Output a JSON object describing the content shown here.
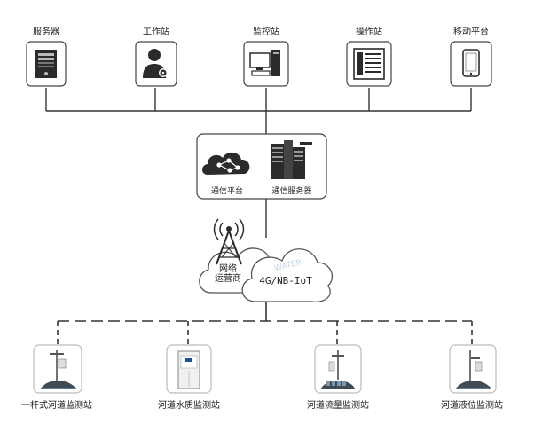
{
  "top_devices": [
    {
      "label": "服务器",
      "icon": "server-icon"
    },
    {
      "label": "工作站",
      "icon": "workstation-user-icon"
    },
    {
      "label": "监控站",
      "icon": "monitoring-computer-icon"
    },
    {
      "label": "操作站",
      "icon": "operation-panel-icon"
    },
    {
      "label": "移动平台",
      "icon": "mobile-phone-icon"
    }
  ],
  "center": {
    "platform_label": "通信平台",
    "server_label": "通信服务器",
    "platform_icon": "cloud-network-icon",
    "server_icon": "server-rack-icon"
  },
  "network": {
    "carrier_label": "网络\n运营商",
    "protocol_label": "4G/NB-IoT",
    "tower_icon": "signal-tower-icon",
    "watermark": "…WATER"
  },
  "stations": [
    {
      "label": "一杆式河道监测站",
      "icon": "pole-station-icon"
    },
    {
      "label": "河道水质监测站",
      "icon": "water-quality-cabinet-icon"
    },
    {
      "label": "河道流量监测站",
      "icon": "flow-station-icon"
    },
    {
      "label": "河道液位监测站",
      "icon": "level-station-icon"
    }
  ],
  "colors": {
    "line": "#333333",
    "box_border": "#444444",
    "icon": "#333333"
  }
}
